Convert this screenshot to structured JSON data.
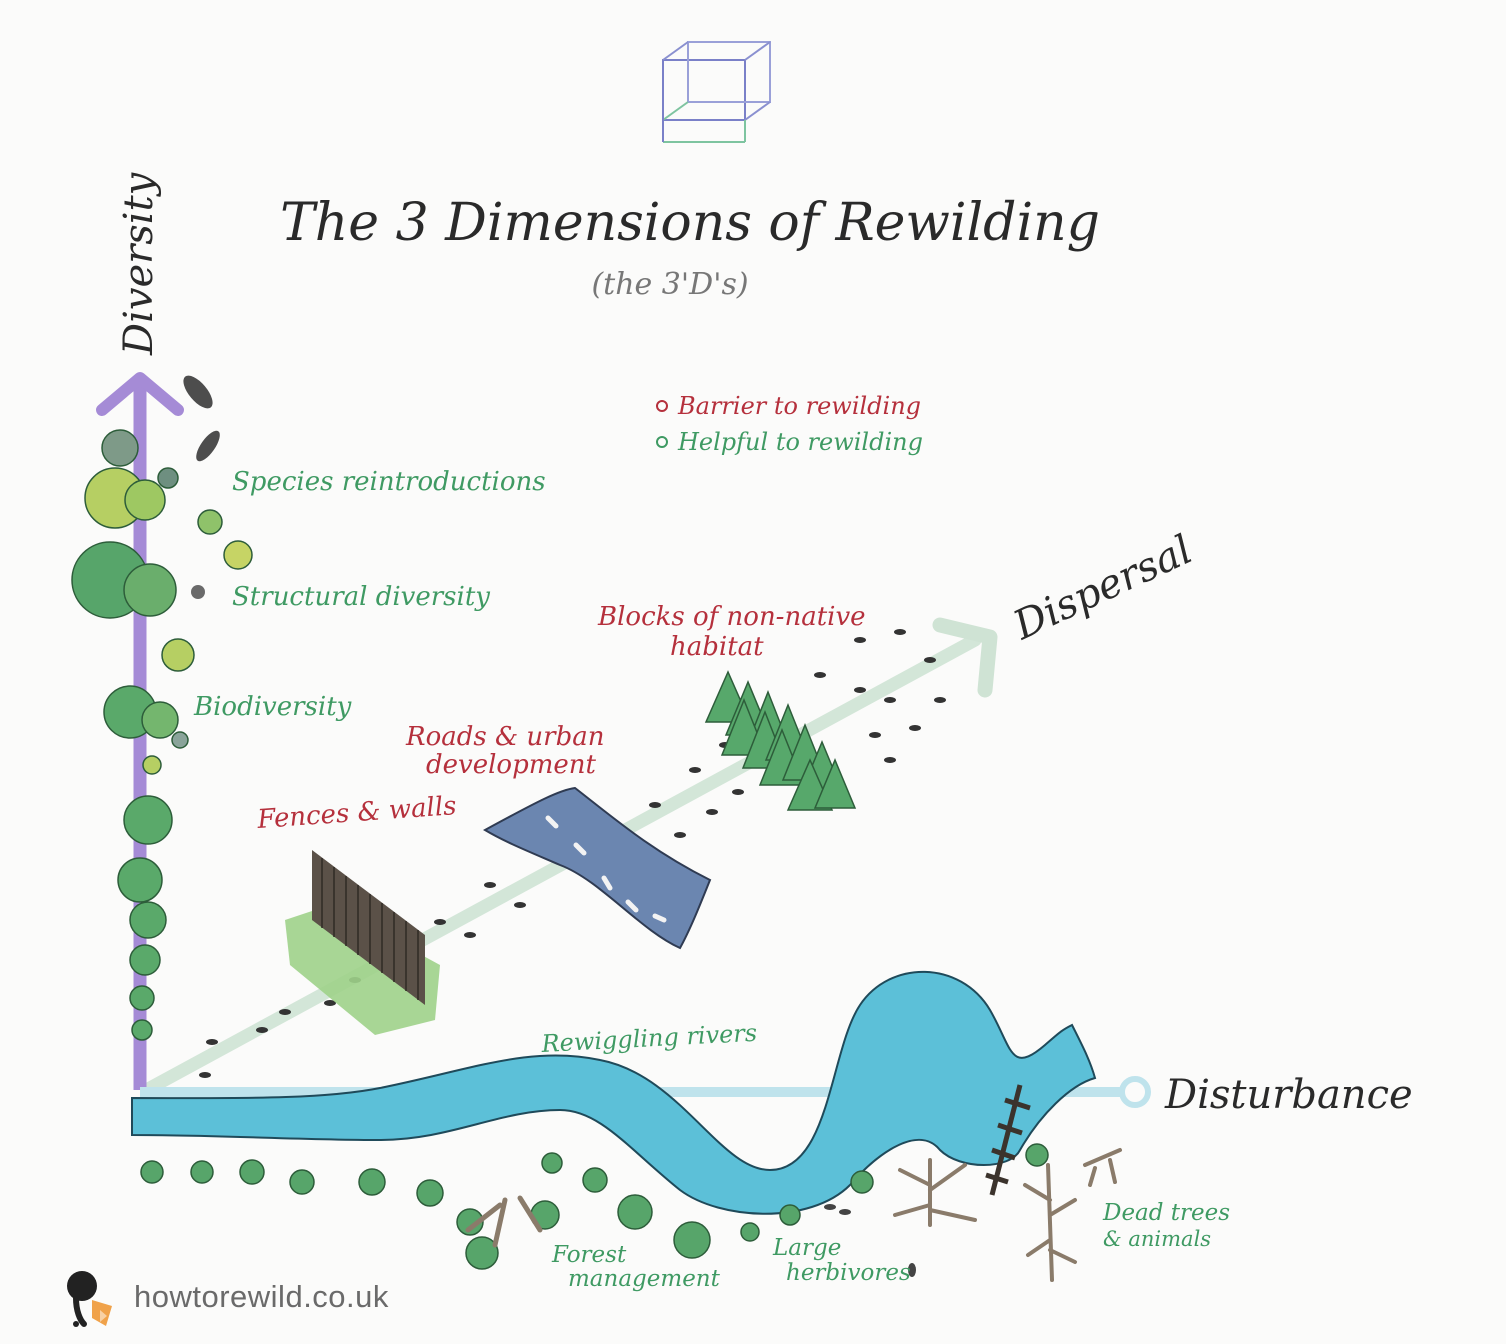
{
  "title": "The 3 Dimensions of Rewilding",
  "subtitle": "(the 3'D's)",
  "legend": {
    "barrier": "Barrier to rewilding",
    "helpful": "Helpful to rewilding"
  },
  "axes": {
    "diversity": "Diversity",
    "dispersal": "Dispersal",
    "disturbance": "Disturbance"
  },
  "labels": {
    "species_reintroductions": "Species reintroductions",
    "structural_diversity": "Structural diversity",
    "biodiversity": "Biodiversity",
    "blocks_line1": "Blocks of non-native",
    "blocks_line2": "habitat",
    "roads_line1": "Roads & urban",
    "roads_line2": "development",
    "fences": "Fences & walls",
    "rewiggling": "Rewiggling rivers",
    "forest_line1": "Forest",
    "forest_line2": "management",
    "herbivores_line1": "Large",
    "herbivores_line2": "herbivores",
    "dead_line1": "Dead trees",
    "dead_line2": "& animals"
  },
  "colors": {
    "barrier": "#b5303c",
    "helpful": "#3f9a63",
    "diversity_axis": "#a58bd6",
    "dispersal_axis": "#cfe3d4",
    "disturbance_axis": "#bfe3ec",
    "river": "#5cc0d8",
    "tree": "#5aa96a"
  },
  "footer": {
    "site": "howtorewild.co.uk",
    "logo_icon": "rewild-bird-logo-icon"
  }
}
